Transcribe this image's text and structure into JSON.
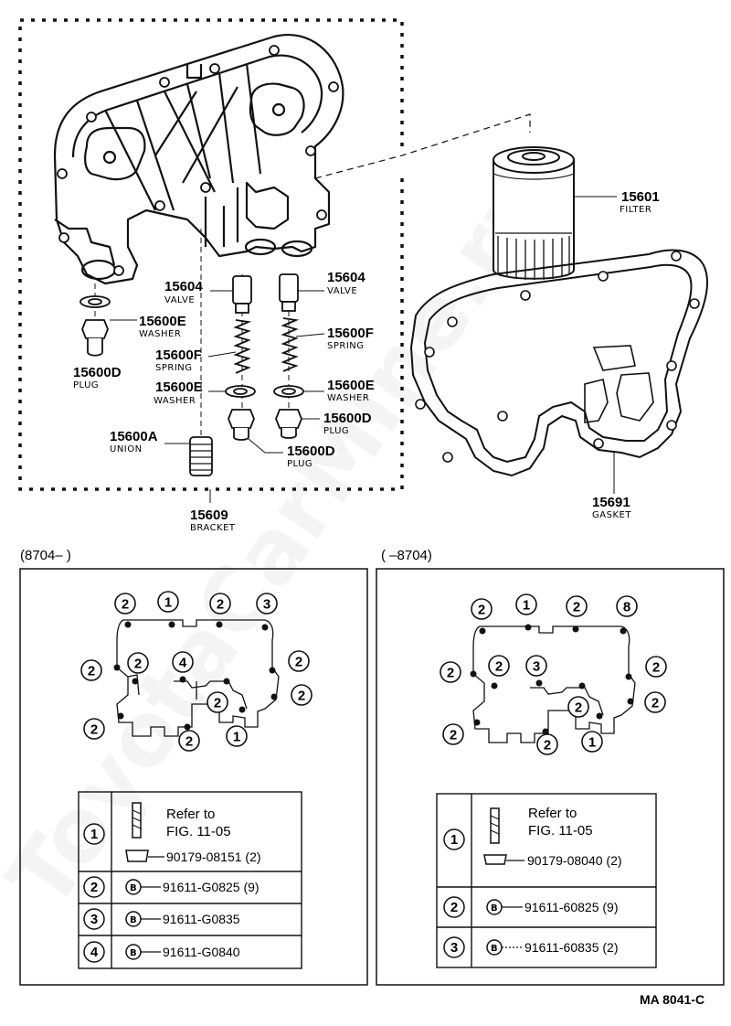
{
  "watermark": "ToyotaCarMine.ru",
  "parts": {
    "p15601": {
      "num": "15601",
      "name": "FILTER"
    },
    "p15604a": {
      "num": "15604",
      "name": "VALVE"
    },
    "p15604b": {
      "num": "15604",
      "name": "VALVE"
    },
    "p15600e_a": {
      "num": "15600E",
      "name": "WASHER"
    },
    "p15600f_a": {
      "num": "15600F",
      "name": "SPRING"
    },
    "p15600f_b": {
      "num": "15600F",
      "name": "SPRING"
    },
    "p15600d_a": {
      "num": "15600D",
      "name": "PLUG"
    },
    "p15600e_b": {
      "num": "15600E",
      "name": "WASHER"
    },
    "p15600e_c": {
      "num": "15600E",
      "name": "WASHER"
    },
    "p15600d_b": {
      "num": "15600D",
      "name": "PLUG"
    },
    "p15600a": {
      "num": "15600A",
      "name": "UNION"
    },
    "p15600d_c": {
      "num": "15600D",
      "name": "PLUG"
    },
    "p15609": {
      "num": "15609",
      "name": "BRACKET"
    },
    "p15691": {
      "num": "15691",
      "name": "GASKET"
    }
  },
  "left_panel": {
    "date_range": "(8704–      )",
    "callouts": [
      "2",
      "1",
      "2",
      "3",
      "2",
      "2",
      "4",
      "2",
      "2",
      "2",
      "2",
      "2",
      "1"
    ],
    "table": {
      "rows": [
        {
          "num": "1",
          "refer": "Refer to",
          "fig": "FIG. 11-05",
          "part": "90179-08151 (2)"
        },
        {
          "num": "2",
          "part": "91611-G0825 (9)"
        },
        {
          "num": "3",
          "part": "91611-G0835"
        },
        {
          "num": "4",
          "part": "91611-G0840"
        }
      ]
    }
  },
  "right_panel": {
    "date_range": "(      –8704)",
    "callouts": [
      "2",
      "1",
      "2",
      "8",
      "2",
      "2",
      "3",
      "2",
      "2",
      "2",
      "2",
      "2",
      "1"
    ],
    "table": {
      "rows": [
        {
          "num": "1",
          "refer": "Refer to",
          "fig": "FIG. 11-05",
          "part": "90179-08040 (2)"
        },
        {
          "num": "2",
          "part": "91611-60825 (9)"
        },
        {
          "num": "3",
          "part": "91611-60835 (2)"
        }
      ]
    }
  },
  "bolt_symbol": "B",
  "diagram_code": "MA  8041-C"
}
